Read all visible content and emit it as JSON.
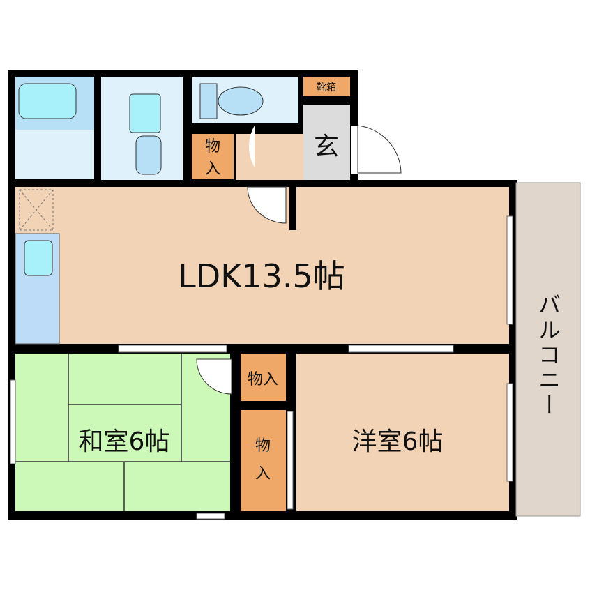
{
  "rooms": {
    "ldk": "LDK13.5帖",
    "washitsu": "和室6帖",
    "youshitsu": "洋室6帖",
    "genkan": "玄",
    "shoe_box": "靴箱",
    "storage_hall": [
      "物",
      "入"
    ],
    "storage_upper": "物入",
    "storage_lower": [
      "物",
      "入"
    ],
    "balcony": [
      "バ",
      "ル",
      "コ",
      "ニ",
      "ー"
    ]
  },
  "colors": {
    "wall": "#000000",
    "ldk": "#f3d3b6",
    "washitsu": "#ccf8b8",
    "storage": "#f0a868",
    "wet_area": "#dff2fc",
    "fixture": "#a8f0fa",
    "genkan": "#dcdcdc",
    "balcony": "#e0d6cc"
  }
}
